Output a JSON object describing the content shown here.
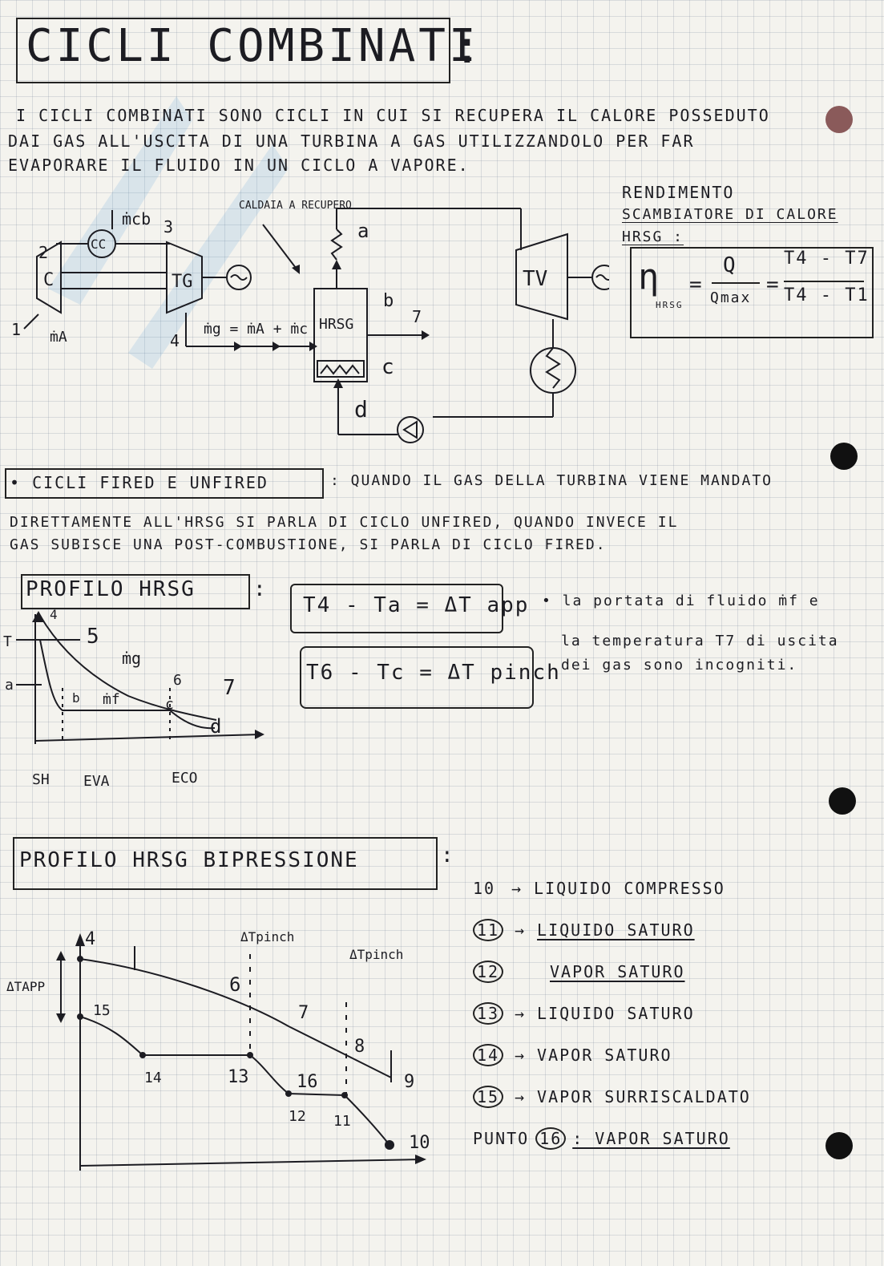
{
  "title": "CICLI COMBINATI",
  "title_colon": ":",
  "intro": {
    "line1": "I CICLI COMBINATI SONO CICLI IN CUI SI RECUPERA IL CALORE POSSEDUTO",
    "line2": "DAI GAS ALL'USCITA DI UNA TURBINA A GAS UTILIZZANDOLO PER FAR",
    "line3": "EVAPORARE IL FLUIDO IN UN CICLO A VAPORE."
  },
  "diagram1": {
    "label_caldaia": "CALDAIA A RECUPERO",
    "label_mcb": "ṁcb",
    "label_cc": "CC",
    "label_c": "C",
    "label_tg": "TG",
    "label_hrsg": "HRSG",
    "label_tv": "TV",
    "label_ma": "ṁA",
    "label_mg": "ṁg = ṁA + ṁc",
    "pt_1": "1",
    "pt_2": "2",
    "pt_3": "3",
    "pt_4": "4",
    "pt_7": "7",
    "pt_a": "a",
    "pt_b": "b",
    "pt_c": "c",
    "pt_d": "d"
  },
  "rendimento": {
    "line1": "RENDIMENTO",
    "line2": "SCAMBIATORE DI CALORE",
    "line3": "HRSG :",
    "eta": "η",
    "eta_sub": "HRSG",
    "eq": "=",
    "frac1_num": "Q",
    "frac1_den": "Qmax",
    "frac2_num": "T4 - T7",
    "frac2_den": "T4 - T1"
  },
  "fired": {
    "box": "• CICLI FIRED E UNFIRED",
    "line1": ": QUANDO IL GAS DELLA TURBINA VIENE MANDATO",
    "line2": "DIRETTAMENTE ALL'HRSG SI PARLA DI CICLO UNFIRED, QUANDO INVECE IL",
    "line3": "GAS SUBISCE UNA POST-COMBUSTIONE, SI PARLA DI CICLO FIRED."
  },
  "profilo": {
    "box": "PROFILO HRSG",
    "colon": ":",
    "eq1": "T4 - Ta = ΔT app",
    "eq2": "T6 - Tc = ΔT pinch",
    "note1": "• la portata di fluido ṁf e",
    "note2": "la temperatura T7 di uscita",
    "note3": "dei gas sono incogniti."
  },
  "graph1": {
    "labels": [
      "4",
      "5",
      "ṁg",
      "6",
      "7",
      "a",
      "b",
      "ṁf",
      "c",
      "d",
      "T"
    ],
    "sections": [
      "SH",
      "EVA",
      "ECO"
    ]
  },
  "bipressione": {
    "box": "PROFILO HRSG BIPRESSIONE",
    "colon": ":",
    "legend": [
      {
        "n": "10",
        "arrow": "→",
        "text": "LIQUIDO COMPRESSO"
      },
      {
        "n": "11",
        "arrow": "→",
        "text": "LIQUIDO SATURO"
      },
      {
        "n": "12",
        "arrow": "",
        "text": "VAPOR SATURO"
      },
      {
        "n": "13",
        "arrow": "→",
        "text": "LIQUIDO SATURO"
      },
      {
        "n": "14",
        "arrow": "→",
        "text": "VAPOR SATURO"
      },
      {
        "n": "15",
        "arrow": "→",
        "text": "VAPOR SURRISCALDATO"
      }
    ],
    "punto_prefix": "PUNTO",
    "punto_n": "16",
    "punto_text": ": VAPOR SATURO"
  },
  "graph2": {
    "labels": [
      "4",
      "ΔTpinch",
      "ΔTpinch",
      "ΔTAPP",
      "6",
      "7",
      "8",
      "9",
      "15",
      "14",
      "13",
      "16",
      "12",
      "11",
      "10"
    ]
  }
}
